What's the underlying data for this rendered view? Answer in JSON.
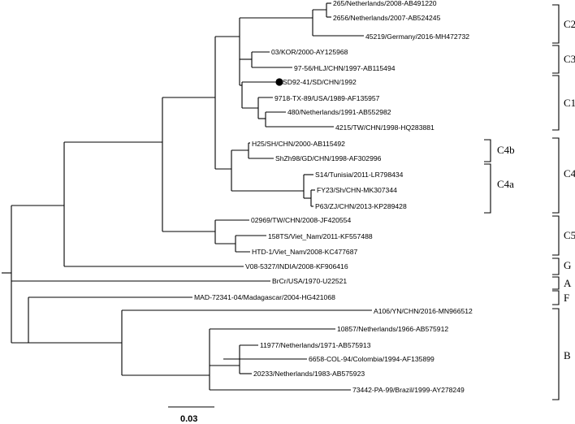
{
  "leaves": [
    "265/Netherlands/2008-AB491220",
    "2656/Netherlands/2007-AB524245",
    "45219/Germany/2016-MH472732",
    "03/KOR/2000-AY125968",
    "97-56/HLJ/CHN/1997-AB115494",
    "SD92-41/SD/CHN/1992",
    "9718-TX-89/USA/1989-AF135957",
    "480/Netherlands/1991-AB552982",
    "4215/TW/CHN/1998-HQ283881",
    "H25/SH/CHN/2000-AB115492",
    "ShZh98/GD/CHN/1998-AF302996",
    "S14/Tunisia/2011-LR798434",
    "FY23/Sh/CHN-MK307344",
    "P63/ZJ/CHN/2013-KP289428",
    "02969/TW/CHN/2008-JF420554",
    "158TS/Viet_Nam/2011-KF557488",
    "HTD-1/Viet_Nam/2008-KC477687",
    "V08-5327/INDIA/2008-KF906416",
    "BrCr/USA/1970-U22521",
    "MAD-72341-04/Madagascar/2004-HG421068",
    "A106/YN/CHN/2016-MN966512",
    "10857/Netherlands/1966-AB575912",
    "11977/Netherlands/1971-AB575913",
    "6658-COL-94/Colombia/1994-AF135899",
    "20233/Netherlands/1983-AB575923",
    "73442-PA-99/Brazil/1999-AY278249"
  ],
  "groups": [
    "C2",
    "C3",
    "C1",
    "C4b",
    "C4a",
    "C4",
    "C5",
    "G",
    "A",
    "F",
    "B"
  ],
  "scale_bar": "0.03",
  "marked_leaf": "SD92-41/SD/CHN/1992"
}
